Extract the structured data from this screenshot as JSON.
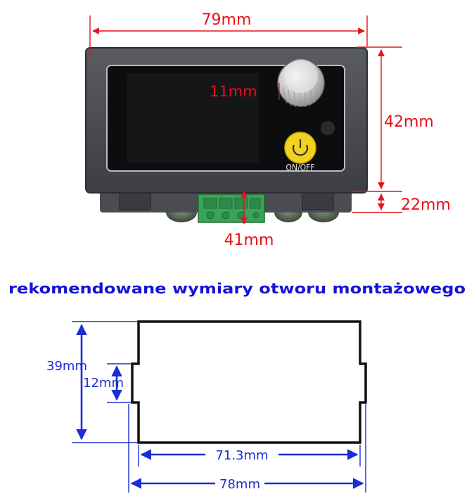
{
  "top_diagram": {
    "width_label": "79mm",
    "height_label": "42mm",
    "knob_label": "11mm",
    "depth_label": "22mm",
    "terminal_label": "41mm",
    "button_label": "ON/OFF"
  },
  "heading": "rekomendowane wymiary otworu montażowego",
  "cutout_diagram": {
    "height_label": "39mm",
    "notch_label": "12mm",
    "inner_width_label": "71.3mm",
    "outer_width_label": "78mm"
  },
  "colors": {
    "red_dimension": "#e8101a",
    "blue_dimension": "#1a2dd6",
    "heading": "#1414d8",
    "button_yellow": "#f2d21e",
    "terminal_green": "#3aa35a"
  }
}
